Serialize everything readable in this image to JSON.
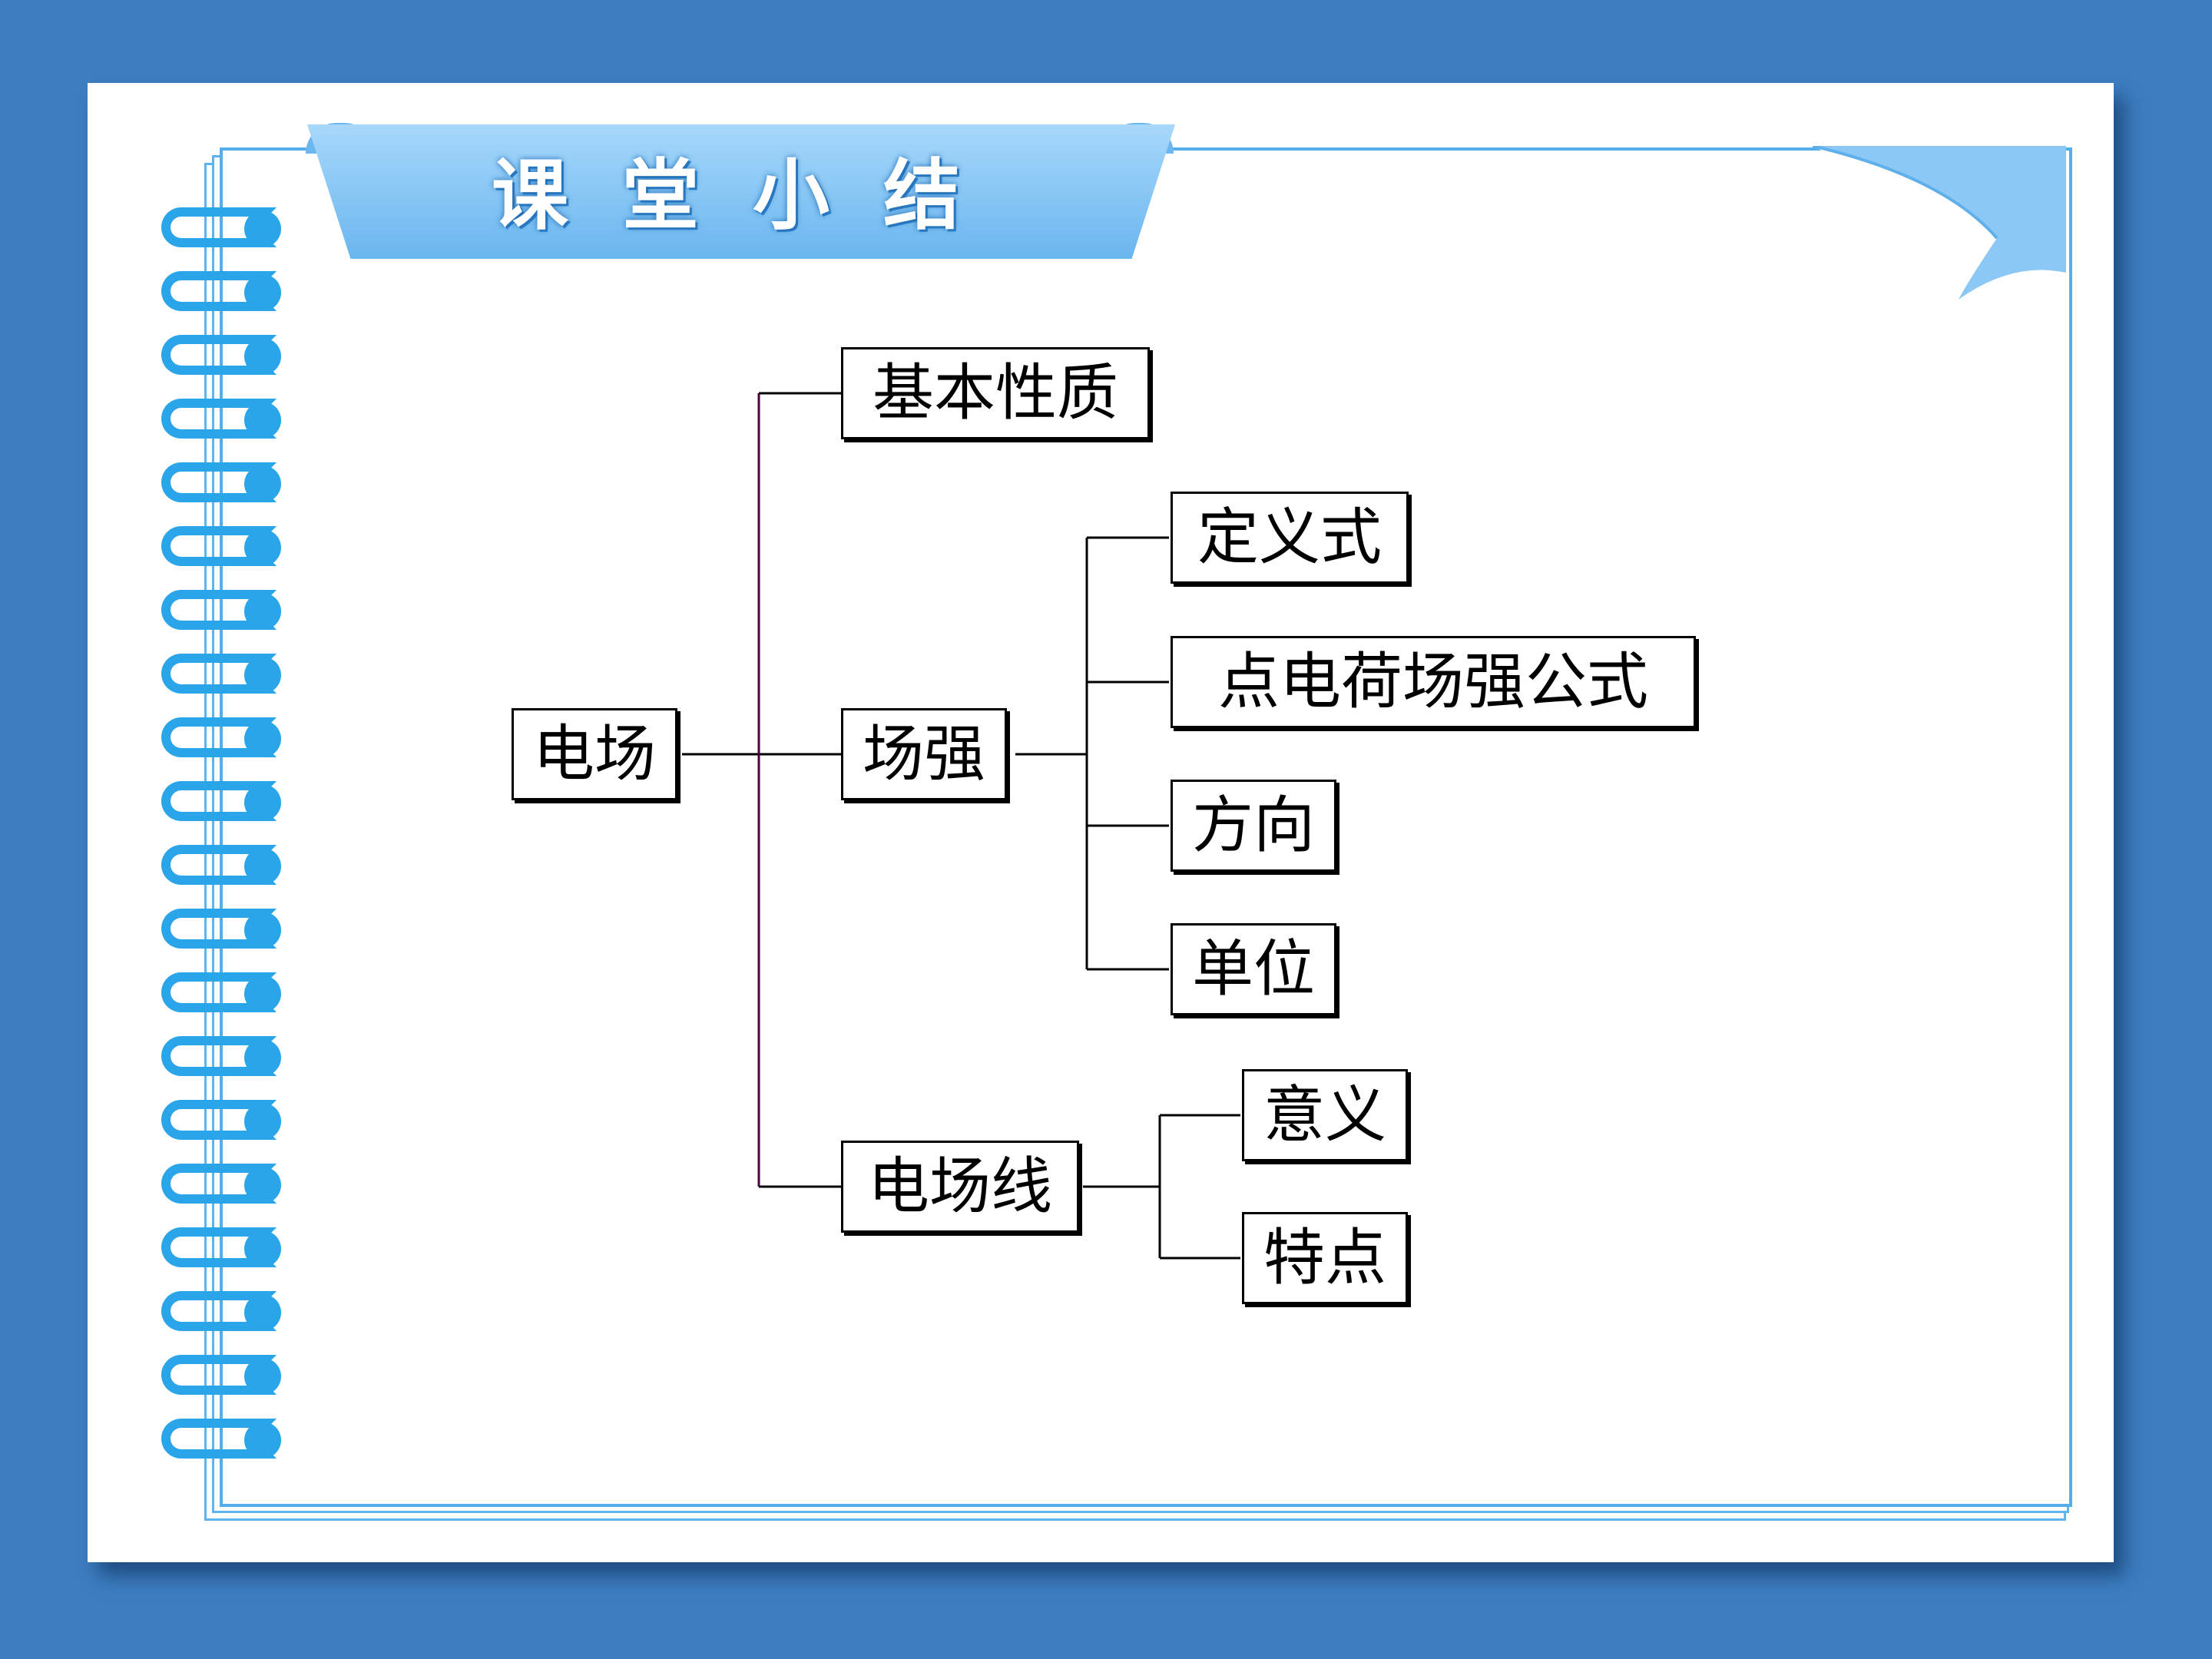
{
  "header": {
    "title": "课堂小结"
  },
  "diagram": {
    "root": "电场",
    "branches": {
      "basic": "基本性质",
      "strength": "场强",
      "strength_children": [
        "定义式",
        "点电荷场强公式",
        "方向",
        "单位"
      ],
      "lines": "电场线",
      "lines_children": [
        "意义",
        "特点"
      ]
    }
  },
  "colors": {
    "background": "#3d7dc0",
    "accent": "#2aa5ea",
    "line": "#000000"
  }
}
